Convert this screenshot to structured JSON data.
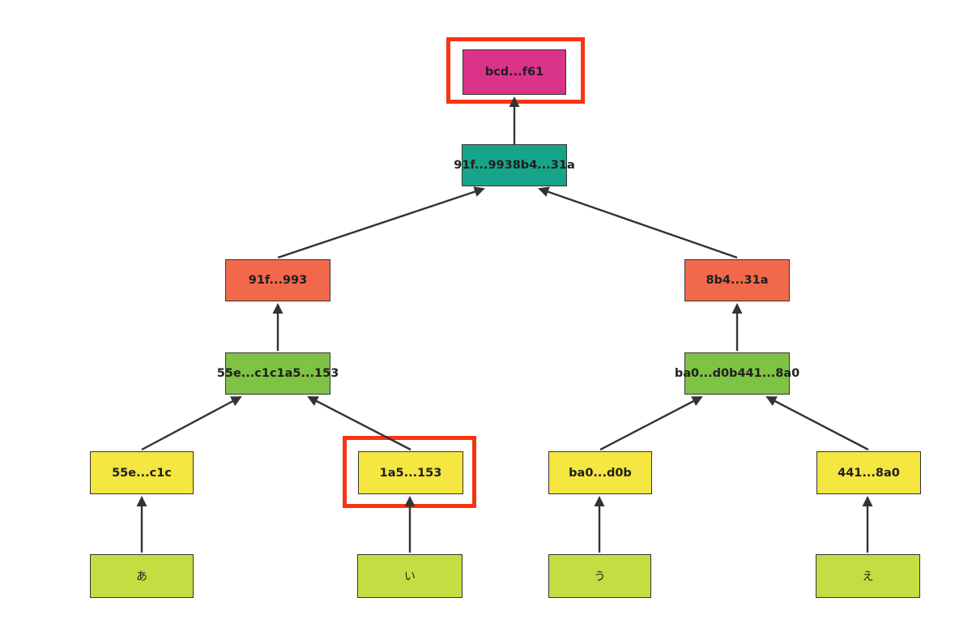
{
  "diagram": {
    "type": "merkle-tree-flowchart",
    "background": "#ffffff",
    "colors": {
      "root": "#d9348a",
      "top_hash": "#17a589",
      "branch": "#f2684b",
      "combine": "#7ec344",
      "leaf": "#f5e642",
      "data": "#c6dc43",
      "highlight": "#f93413",
      "edge": "#333333",
      "node_border": "#333333",
      "label": "#1f1f1f"
    },
    "nodes": {
      "root": {
        "label": "bcd...f61",
        "highlighted": true
      },
      "top_hash": {
        "label": "91f...9938b4...31a",
        "highlighted": false
      },
      "branch_left": {
        "label": "91f...993",
        "highlighted": false
      },
      "branch_right": {
        "label": "8b4...31a",
        "highlighted": false
      },
      "combine_left": {
        "label": "55e...c1c1a5...153",
        "highlighted": false
      },
      "combine_right": {
        "label": "ba0...d0b441...8a0",
        "highlighted": false
      },
      "leaf_1": {
        "label": "55e...c1c",
        "highlighted": false
      },
      "leaf_2": {
        "label": "1a5...153",
        "highlighted": true
      },
      "leaf_3": {
        "label": "ba0...d0b",
        "highlighted": false
      },
      "leaf_4": {
        "label": "441...8a0",
        "highlighted": false
      },
      "data_1": {
        "label": "あ",
        "highlighted": false
      },
      "data_2": {
        "label": "い",
        "highlighted": false
      },
      "data_3": {
        "label": "う",
        "highlighted": false
      },
      "data_4": {
        "label": "え",
        "highlighted": false
      }
    },
    "edges": [
      {
        "from": "top_hash",
        "to": "root"
      },
      {
        "from": "branch_left",
        "to": "top_hash"
      },
      {
        "from": "branch_right",
        "to": "top_hash"
      },
      {
        "from": "combine_left",
        "to": "branch_left"
      },
      {
        "from": "combine_right",
        "to": "branch_right"
      },
      {
        "from": "leaf_1",
        "to": "combine_left"
      },
      {
        "from": "leaf_2",
        "to": "combine_left"
      },
      {
        "from": "leaf_3",
        "to": "combine_right"
      },
      {
        "from": "leaf_4",
        "to": "combine_right"
      },
      {
        "from": "data_1",
        "to": "leaf_1"
      },
      {
        "from": "data_2",
        "to": "leaf_2"
      },
      {
        "from": "data_3",
        "to": "leaf_3"
      },
      {
        "from": "data_4",
        "to": "leaf_4"
      }
    ]
  }
}
